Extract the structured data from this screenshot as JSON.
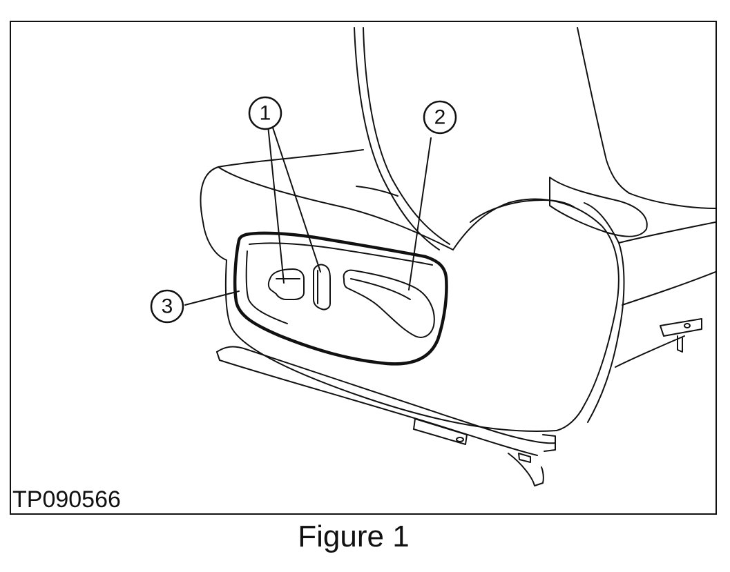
{
  "figure": {
    "id_label": "TP090566",
    "caption": "Figure 1"
  },
  "callouts": [
    {
      "number": "1"
    },
    {
      "number": "2"
    },
    {
      "number": "3"
    }
  ],
  "colors": {
    "line": "#111111",
    "background": "#ffffff"
  }
}
